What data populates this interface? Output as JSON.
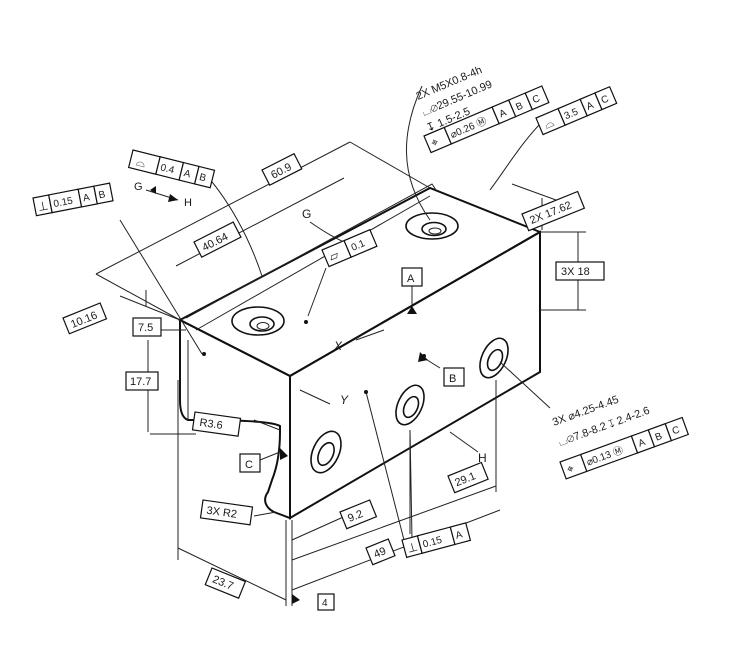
{
  "callouts": {
    "top_holes": {
      "line1": "2X M5X0.8-4h",
      "line2": "⌴⌀29.55-10.99",
      "line3": "↧ 1.5-2.5",
      "fcf": [
        "⌖",
        "⌀0.26 Ⓜ",
        "A",
        "B",
        "C"
      ]
    },
    "side_holes": {
      "line1": "3X ⌀4.25-4.45",
      "line2": "⌴⌀7.8-8.2 ↧ 2.4-2.6",
      "fcf": [
        "⌖",
        "⌀0.13 Ⓜ",
        "A",
        "B",
        "C"
      ]
    }
  },
  "profile_fcf": [
    "⌓",
    "0.4",
    "A",
    "B"
  ],
  "profile_top_right": [
    "⌓",
    "3.5",
    "A",
    "C"
  ],
  "flatness_fcf": [
    "▱",
    "0.1"
  ],
  "perp_left": [
    "⊥",
    "0.15",
    "A",
    "B"
  ],
  "perp_bottom": [
    "⊥",
    "0.15",
    "A"
  ],
  "datums": {
    "A": "A",
    "B": "B",
    "C": "C",
    "D": "4"
  },
  "labels": {
    "G": "G",
    "H": "H",
    "X": "X",
    "Y": "Y",
    "G_arrow": "G",
    "H_arrow": "H"
  },
  "dims": {
    "d60_9": "60.9",
    "d40_64": "40.64",
    "d10_16": "10.16",
    "d7_5": "7.5",
    "d17_7": "17.7",
    "r3_6": "R3.6",
    "x3r2": "3X R2",
    "d23_7": "23.7",
    "d9_2": "9.2",
    "d29_1": "29.1",
    "d49": "49",
    "x3_18": "3X 18",
    "x2_17_62": "2X 17.62"
  }
}
